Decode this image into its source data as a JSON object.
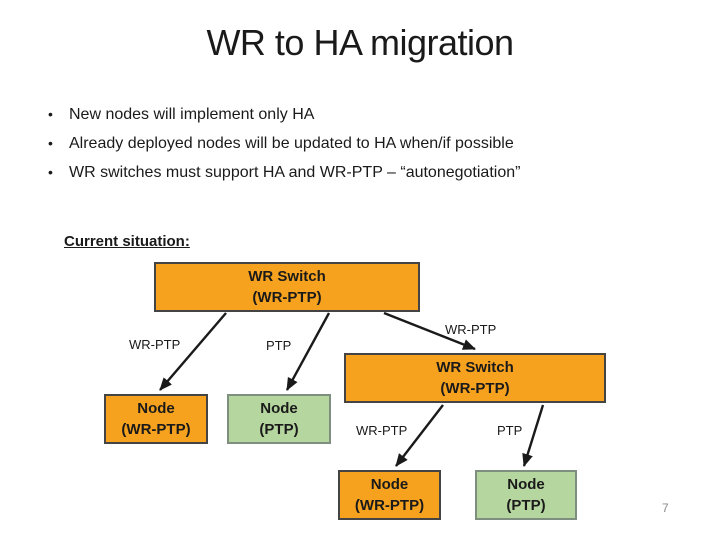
{
  "slide": {
    "title": "WR to HA migration",
    "bullets": [
      "New nodes will implement only HA",
      "Already deployed nodes will be updated to HA when/if possible",
      "WR switches must support HA and WR-PTP – “autonegotiation”"
    ],
    "section_label": "Current situation:",
    "page_number": "7"
  },
  "diagram": {
    "boxes": {
      "top_switch": {
        "label": "WR Switch\n(WR-PTP)",
        "color": "orange"
      },
      "right_switch": {
        "label": "WR Switch\n(WR-PTP)",
        "color": "orange"
      },
      "node_wr_left": {
        "label": "Node\n(WR-PTP)",
        "color": "orange"
      },
      "node_ptp_left": {
        "label": "Node\n(PTP)",
        "color": "green"
      },
      "node_wr_right": {
        "label": "Node\n(WR-PTP)",
        "color": "orange"
      },
      "node_ptp_right": {
        "label": "Node\n(PTP)",
        "color": "green"
      }
    },
    "edge_labels": {
      "top_left": "WR-PTP",
      "top_mid": "PTP",
      "top_right": "WR-PTP",
      "sub_left": "WR-PTP",
      "sub_right": "PTP"
    }
  },
  "colors": {
    "orange": "#F6A21E",
    "green": "#B6D6A0",
    "orange_border": "#444444",
    "green_border": "#7f8f7f",
    "text": "#1a1a1a",
    "muted": "#898989"
  }
}
